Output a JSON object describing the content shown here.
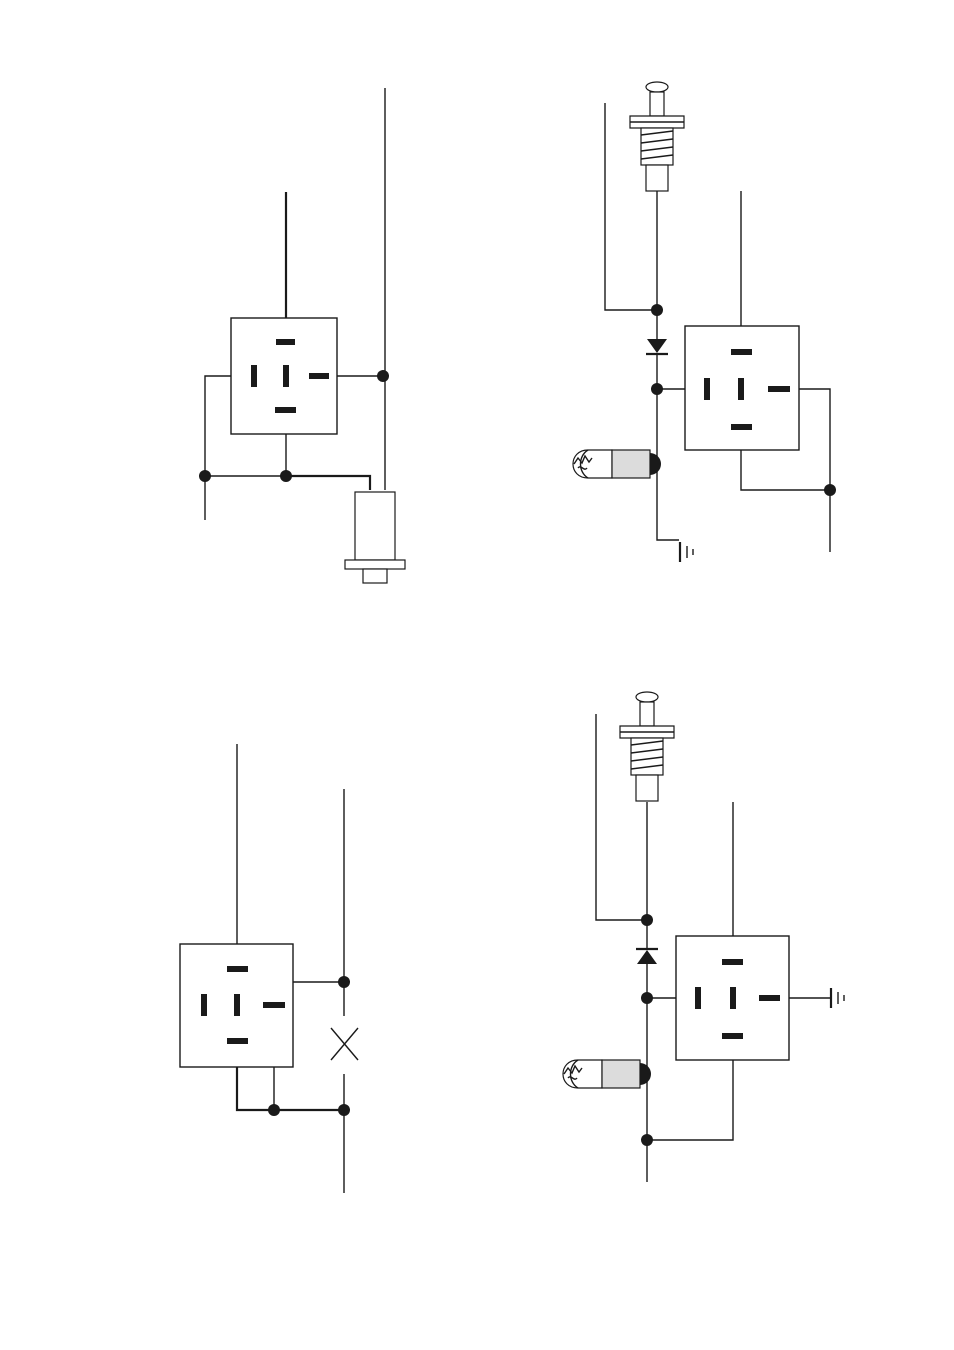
{
  "diagrams": [
    {
      "id": "A",
      "components": [
        "relay",
        "pressure-switch"
      ]
    },
    {
      "id": "B",
      "components": [
        "push-switch",
        "diode",
        "relay",
        "lamp",
        "ground"
      ]
    },
    {
      "id": "C",
      "components": [
        "relay",
        "open-contact"
      ]
    },
    {
      "id": "D",
      "components": [
        "push-switch",
        "diode",
        "relay",
        "lamp",
        "ground"
      ]
    }
  ],
  "colors": {
    "ink": "#1a1a1a",
    "paper": "#ffffff",
    "lamp_base": "#dcdcdc"
  }
}
